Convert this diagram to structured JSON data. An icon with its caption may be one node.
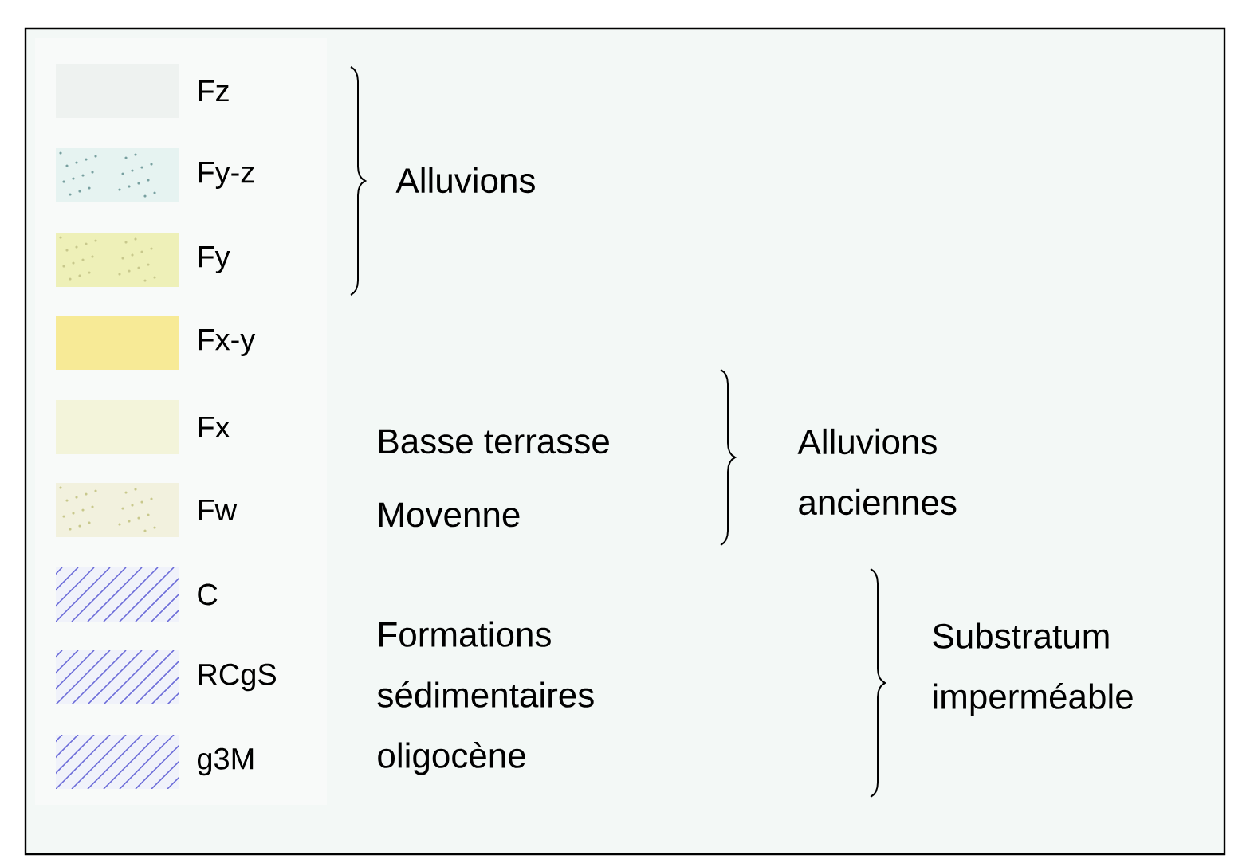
{
  "diagram": {
    "labels": [
      "Alluvions",
      "Basse terrasse",
      "Alluvions anciennes",
      "Movenne",
      "Formations sédimentaires oligocène",
      "Substratum imperméable"
    ],
    "legend": [
      {
        "text": "Fz",
        "color": "#eef2f0"
      },
      {
        "text": "Fy-z",
        "color": "#e6f3f1"
      },
      {
        "text": "Fy",
        "color": "#eef0b8"
      },
      {
        "text": "Fx-y",
        "color": "#f7ea96"
      },
      {
        "text": "Fx",
        "color": "#f3f4da"
      },
      {
        "text": "Fw",
        "color": "#f2f1de"
      },
      {
        "text": "C",
        "color": "#6a6ad8"
      },
      {
        "text": "RCgS",
        "color": "#6a6ad8"
      },
      {
        "text": "g3M",
        "color": "#6a6ad8"
      }
    ]
  }
}
